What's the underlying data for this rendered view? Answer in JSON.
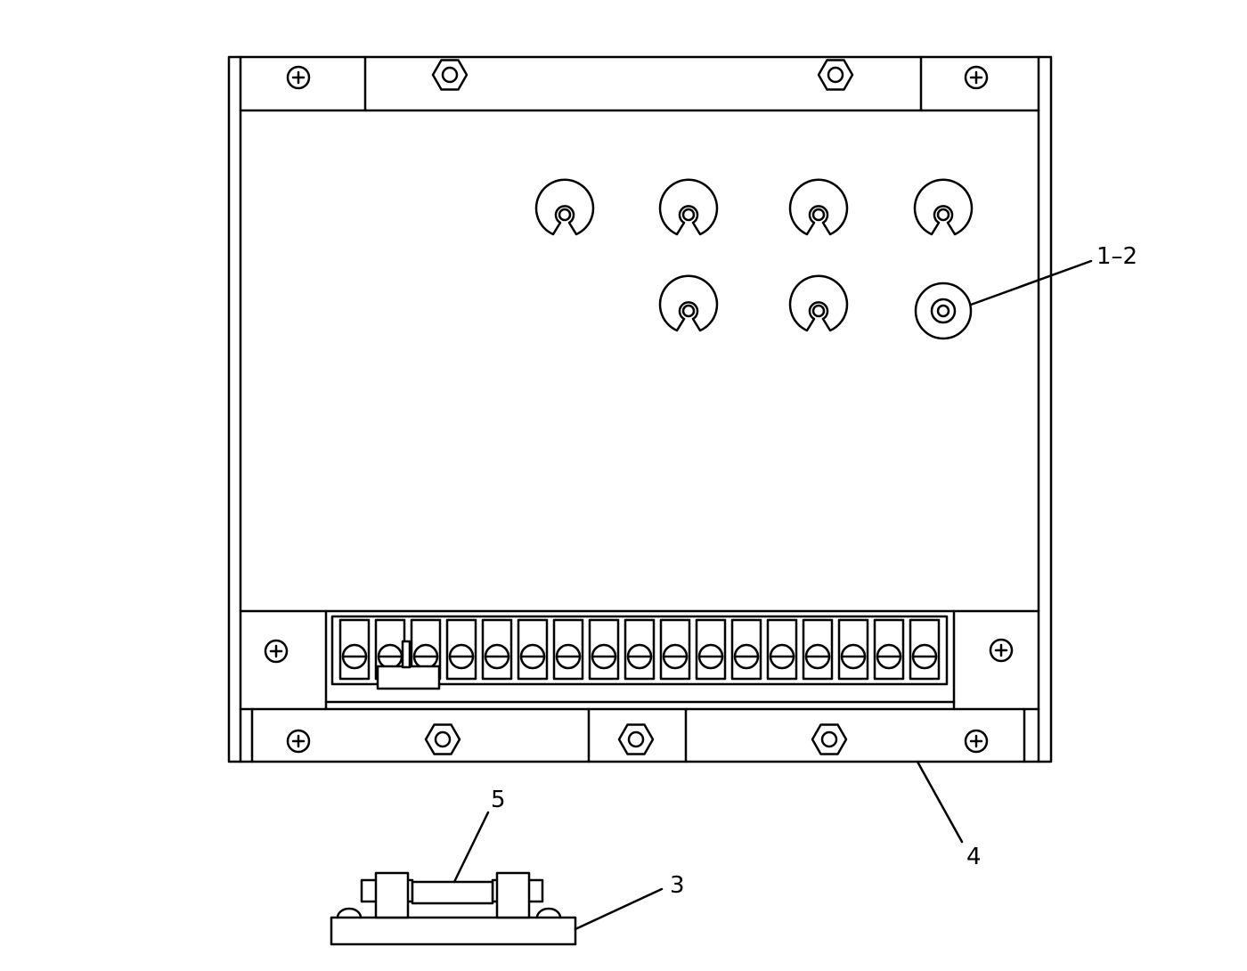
{
  "diagram": {
    "callouts": {
      "item_1_2": "1–2",
      "item_3": "3",
      "item_4": "4",
      "item_5": "5"
    },
    "terminal_count": 17,
    "line_color": "#000000",
    "background_color": "#ffffff"
  }
}
